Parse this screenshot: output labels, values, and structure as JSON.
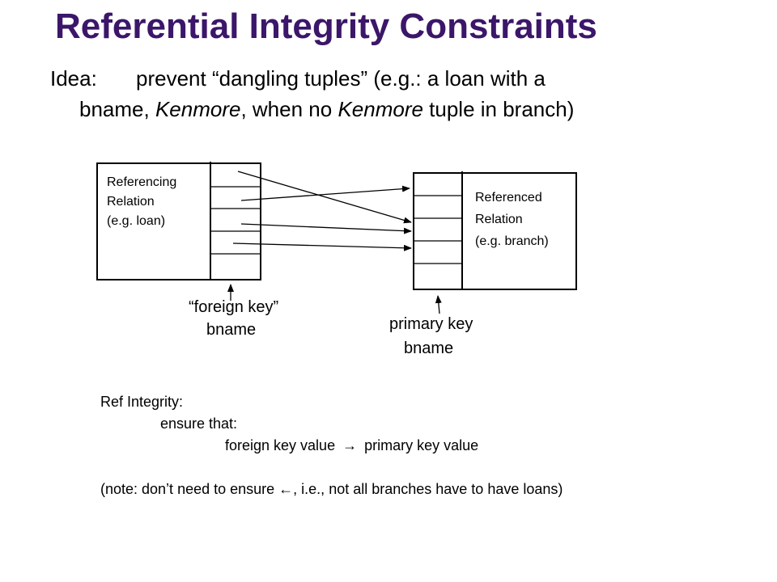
{
  "slide": {
    "title": "Referential Integrity Constraints",
    "title_color": "#3b1669",
    "idea": {
      "label": "Idea:",
      "line1_text": "prevent “dangling tuples” (e.g.: a loan with a",
      "line2_prefix": "bname, ",
      "line2_em1": "Kenmore",
      "line2_mid": ", when no ",
      "line2_em2": "Kenmore",
      "line2_suffix": " tuple in branch)"
    },
    "diagram": {
      "referencing": {
        "line1": "Referencing",
        "line2": "Relation",
        "line3": "(e.g. loan)"
      },
      "referenced": {
        "line1": "Referenced",
        "line2": "Relation",
        "line3": "(e.g. branch)"
      },
      "foreign_key": {
        "line1": "“foreign key”",
        "line2": "bname"
      },
      "primary_key": {
        "line1": "primary key",
        "line2": "bname"
      }
    },
    "ref_integrity": {
      "heading": "Ref Integrity:",
      "ensure": "ensure that:",
      "fk_value": "foreign key value",
      "arrow_right": "→",
      "pk_value": "primary key value",
      "note_prefix": "(note: don’t need to ensure ",
      "arrow_left": "←",
      "note_suffix": ",  i.e., not all branches have to have loans)"
    }
  }
}
